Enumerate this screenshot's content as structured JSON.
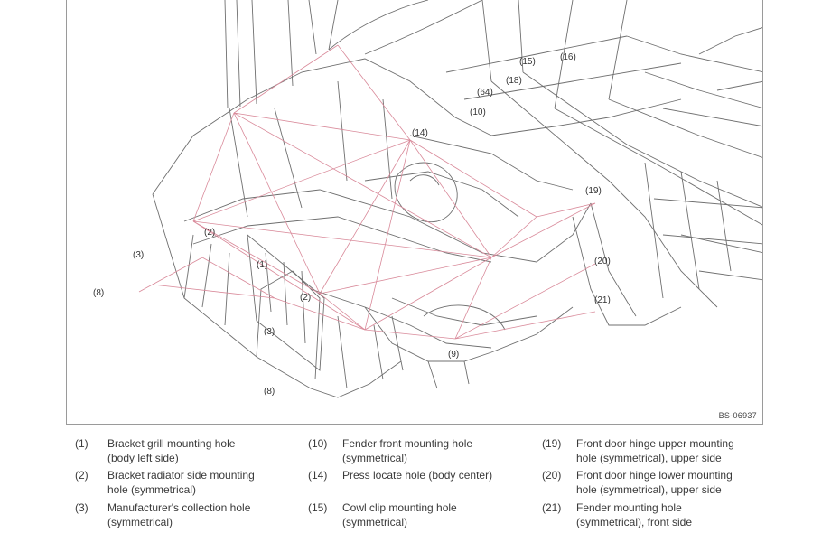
{
  "figure": {
    "code": "BS-06937",
    "callouts": [
      "(1)",
      "(2)",
      "(2)",
      "(3)",
      "(3)",
      "(8)",
      "(8)",
      "(9)",
      "(10)",
      "(14)",
      "(15)",
      "(16)",
      "(18)",
      "(19)",
      "(20)",
      "(21)",
      "(64)"
    ]
  },
  "legend": {
    "items": [
      {
        "num": "(1)",
        "line1": "Bracket grill mounting hole",
        "line2": "(body left side)"
      },
      {
        "num": "(2)",
        "line1": "Bracket radiator side mounting",
        "line2": "hole (symmetrical)"
      },
      {
        "num": "(3)",
        "line1": "Manufacturer's collection hole",
        "line2": "(symmetrical)"
      },
      {
        "num": "(10)",
        "line1": "Fender front mounting hole",
        "line2": "(symmetrical)"
      },
      {
        "num": "(14)",
        "line1": "Press locate hole (body center)",
        "line2": ""
      },
      {
        "num": "(15)",
        "line1": "Cowl clip mounting hole",
        "line2": "(symmetrical)"
      },
      {
        "num": "(19)",
        "line1": "Front door hinge upper mounting",
        "line2": "hole (symmetrical), upper side"
      },
      {
        "num": "(20)",
        "line1": "Front door hinge lower mounting",
        "line2": "hole (symmetrical), upper side"
      },
      {
        "num": "(21)",
        "line1": "Fender mounting hole",
        "line2": "(symmetrical), front side"
      }
    ]
  }
}
